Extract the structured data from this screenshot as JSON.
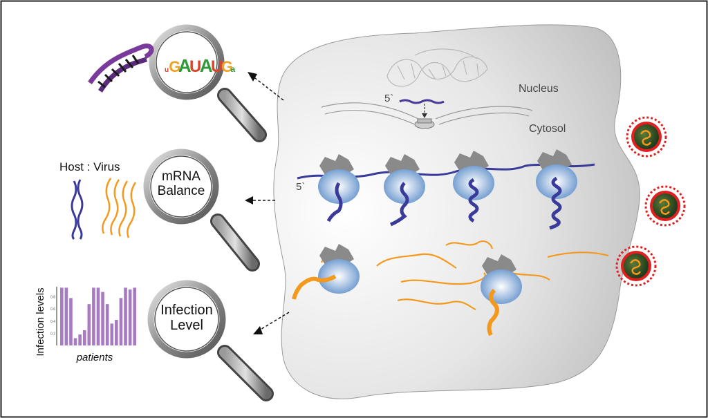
{
  "labels": {
    "nucleus": "Nucleus",
    "cytosol": "Cytosol",
    "five_prime_top": "5`",
    "five_prime_mid": "5`",
    "host_virus": "Host : Virus",
    "motif": "uGAUAUGa",
    "mrna_line1": "mRNA",
    "mrna_line2": "Balance",
    "infection_line1": "Infection",
    "infection_line2": "Level",
    "chart_ylabel": "Infection levels",
    "chart_xlabel": "patients"
  },
  "colors": {
    "host_mrna": "#3a3a9a",
    "viral_mrna": "#f39a1e",
    "virus_membrane": "#e02020",
    "virus_core": "#2f5a2a",
    "bar": "#a77bc2",
    "dna_purple": "#7a3a9c",
    "ribosome_grey": "#8a8a8a",
    "ribosome_blue": "#6a98d0"
  },
  "chart_data": {
    "type": "bar",
    "ylabel": "Infection levels",
    "xlabel": "patients",
    "ytick_labels": [
      "0.2",
      "0.4",
      "0.6",
      "0.8"
    ],
    "ylim": [
      0,
      1.0
    ],
    "values": [
      0.95,
      0.95,
      0.78,
      0.12,
      0.18,
      0.25,
      0.68,
      0.95,
      0.95,
      0.88,
      0.68,
      0.36,
      0.42,
      0.78,
      0.95,
      0.92,
      0.95
    ]
  }
}
